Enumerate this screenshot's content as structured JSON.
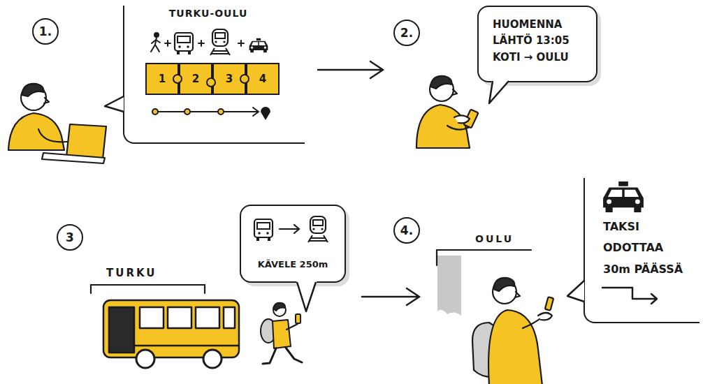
{
  "diagram": {
    "nodes": [
      {
        "text": [
          "1."
        ]
      },
      {
        "text": [
          "TURKU-OULU"
        ]
      },
      {
        "text": [
          "1"
        ],
        "in": 1
      },
      {
        "text": [
          "2"
        ],
        "in": 1
      },
      {
        "text": [
          "3"
        ],
        "in": 1
      },
      {
        "text": [
          "4"
        ],
        "in": 1
      },
      {
        "text": [
          "2."
        ]
      },
      {
        "text": [
          "HUOMENNA LÄHTÖ 13:05 KOTI → OULU"
        ]
      },
      {
        "text": [
          "3"
        ]
      },
      {
        "text": [
          "KÄVELE 250m"
        ]
      },
      {
        "text": [
          "4."
        ]
      },
      {
        "text": [
          "TAKSI ODOTTAA 30m PÄÄSSÄ"
        ]
      }
    ],
    "labels": [
      "TURKU",
      "OULU"
    ]
  }
}
